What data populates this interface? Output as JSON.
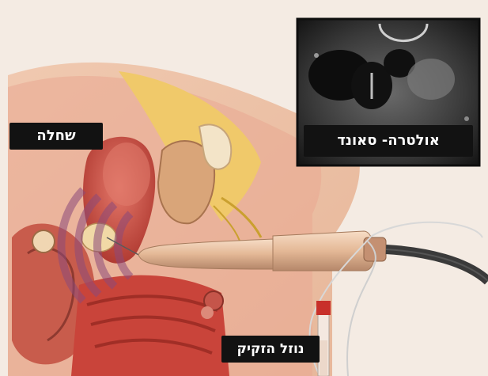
{
  "labels": {
    "uterus": "שחלה",
    "ultrasound": "אולטרה- סאונד",
    "follicular_fluid": "נוזל הזקיק"
  },
  "colors": {
    "background": "#f4ebe3",
    "label_bg": "#121212",
    "label_text": "#ffffff",
    "tissue": "#c8463a",
    "fat": "#f0c96a",
    "probe": "#e6c2a4",
    "scan_bg": "#1c1c1c"
  }
}
